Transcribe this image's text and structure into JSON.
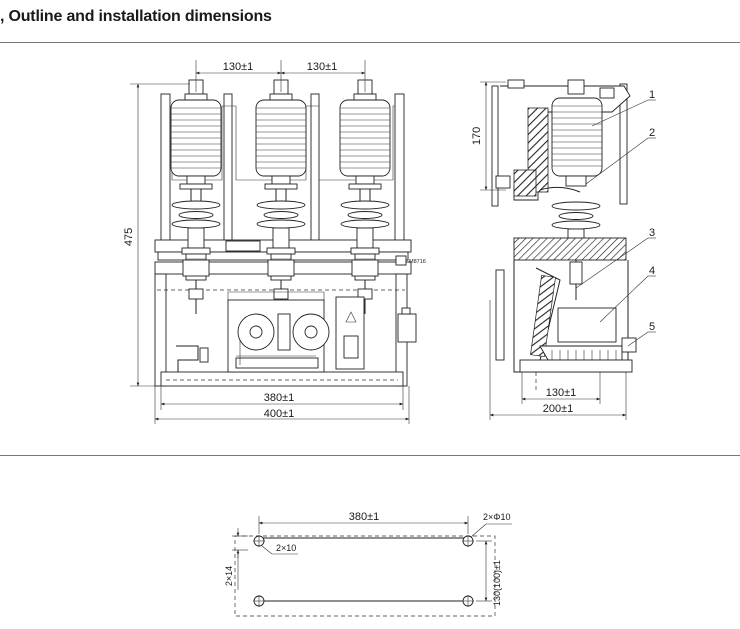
{
  "title": ", Outline and installation dimensions",
  "front_view": {
    "dim_pitch_left": "130±1",
    "dim_pitch_right": "130±1",
    "dim_height": "475",
    "dim_base_inner": "380±1",
    "dim_base_outer": "400±1",
    "model_tag": "M8716"
  },
  "side_view": {
    "dim_top_height": "170",
    "dim_inner": "130±1",
    "dim_width": "200±1",
    "callouts": [
      "1",
      "2",
      "3",
      "4",
      "5"
    ]
  },
  "mounting_plan": {
    "dim_hole_spacing": "380±1",
    "dim_holes": "2×Φ10",
    "dim_slot": "2×10",
    "dim_slot_height": "2×14",
    "dim_depth": "130(100)±1"
  }
}
